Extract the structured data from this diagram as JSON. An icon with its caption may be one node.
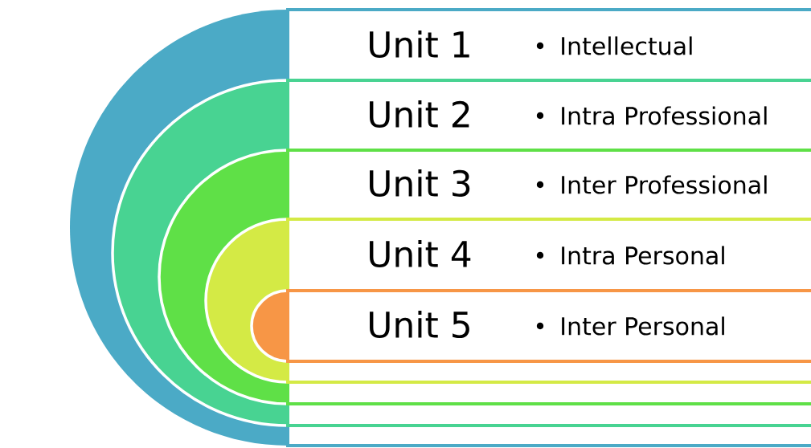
{
  "diagram": {
    "nodes": [
      {
        "text": [
          "Unit 1",
          "Intellectual"
        ]
      },
      {
        "text": [
          "Unit 2",
          "Intra Professional"
        ],
        "in": 0
      },
      {
        "text": [
          "Unit 3",
          "Inter Professional"
        ],
        "in": 1
      },
      {
        "text": [
          "Unit 4",
          "Intra Personal"
        ],
        "in": 2
      },
      {
        "text": [
          "Unit 5",
          "Inter Personal"
        ],
        "in": 3
      }
    ]
  }
}
